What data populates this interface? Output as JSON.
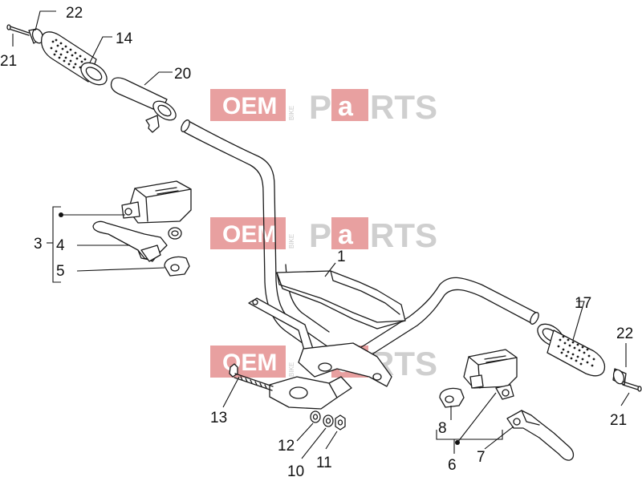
{
  "watermark": {
    "oem": "OEM",
    "bike": "BIKE",
    "parts_p": "P",
    "parts_a": "a",
    "parts_rts": "RTS",
    "colors": {
      "red_block": "#e8a0a0",
      "gray_text": "#cfcfcf"
    }
  },
  "callouts": {
    "c1": "1",
    "c3": "3",
    "c4": "4",
    "c5": "5",
    "c6": "6",
    "c7": "7",
    "c8": "8",
    "c10": "10",
    "c11": "11",
    "c12": "12",
    "c13": "13",
    "c14": "14",
    "c17": "17",
    "c20": "20",
    "c21_top": "21",
    "c21_bottom": "21",
    "c22_top": "22",
    "c22_bottom": "22"
  }
}
